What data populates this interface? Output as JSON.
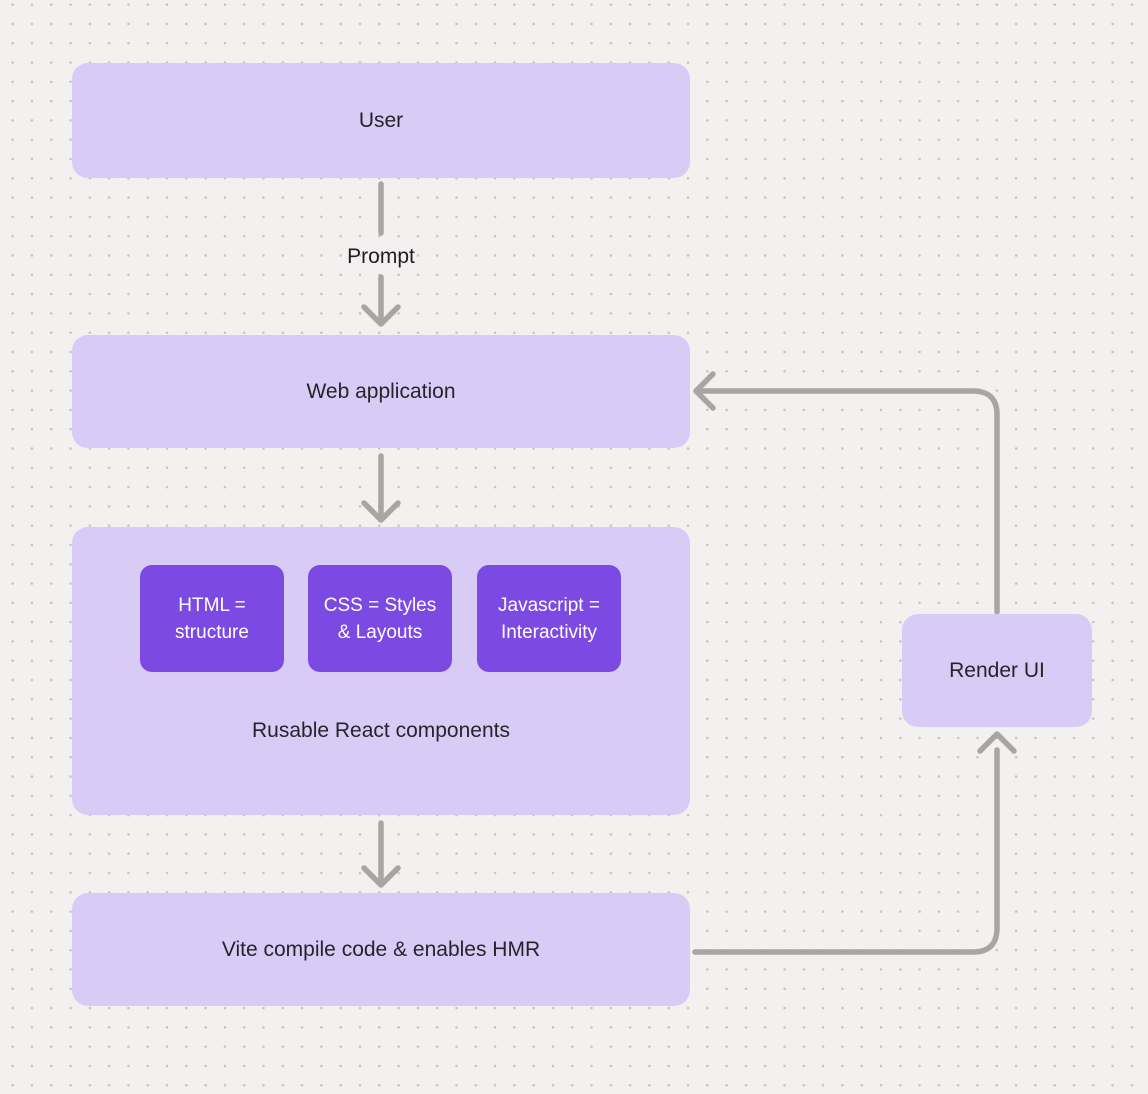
{
  "canvas": {
    "background": "#f2f1ef",
    "dot_color": "#c6c4c2"
  },
  "colors": {
    "node_fill": "#d8ccf6",
    "chip_fill": "#7c4ae2",
    "chip_text": "#ffffff",
    "node_text": "#26242a",
    "connector": "#a8a6a4"
  },
  "nodes": {
    "user": {
      "label": "User"
    },
    "web_application": {
      "label": "Web application"
    },
    "components_group": {
      "label": "Rusable React components"
    },
    "vite": {
      "label": "Vite compile code & enables HMR"
    },
    "render_ui": {
      "label": "Render UI"
    }
  },
  "chips": [
    {
      "name": "html",
      "line1": "HTML =",
      "line2": "structure"
    },
    {
      "name": "css",
      "line1": "CSS = Styles",
      "line2": "& Layouts"
    },
    {
      "name": "javascript",
      "line1": "Javascript =",
      "line2": "Interactivity"
    }
  ],
  "edge_labels": {
    "prompt": "Prompt"
  }
}
